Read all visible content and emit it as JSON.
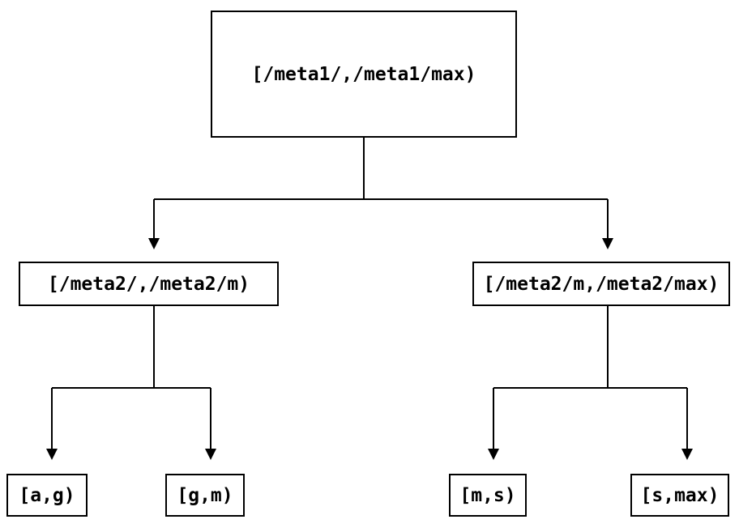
{
  "diagram": {
    "type": "binary-interval-partition-tree",
    "background_color": "#ffffff",
    "line_color": "#000000",
    "text_color": "#000000",
    "nodes": {
      "root": {
        "label": "[/meta1/,/meta1/max)"
      },
      "child_left": {
        "label": "[/meta2/,/meta2/m)"
      },
      "child_right": {
        "label": "[/meta2/m,/meta2/max)"
      },
      "leaf_ag": {
        "label": "[a,g)"
      },
      "leaf_gm": {
        "label": "[g,m)"
      },
      "leaf_ms": {
        "label": "[m,s)"
      },
      "leaf_smax": {
        "label": "[s,max)"
      }
    },
    "edges": [
      {
        "from": "root",
        "to": "child_left"
      },
      {
        "from": "root",
        "to": "child_right"
      },
      {
        "from": "child_left",
        "to": "leaf_ag"
      },
      {
        "from": "child_left",
        "to": "leaf_gm"
      },
      {
        "from": "child_right",
        "to": "leaf_ms"
      },
      {
        "from": "child_right",
        "to": "leaf_smax"
      }
    ]
  }
}
